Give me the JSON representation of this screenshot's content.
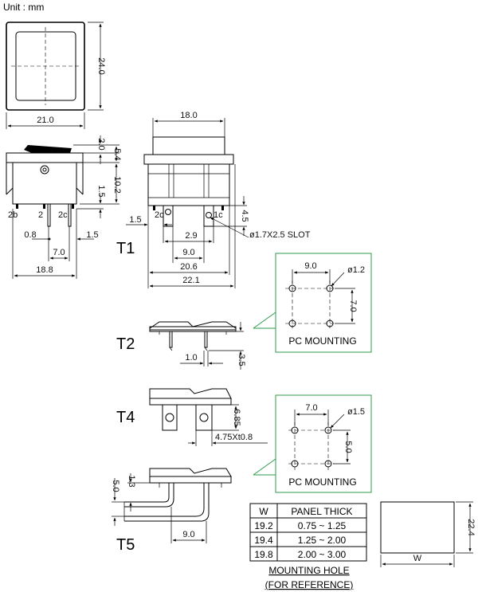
{
  "unit_label": "Unit : mm",
  "dims": {
    "front_height": "24.0",
    "front_width": "21.0",
    "side_2_0": "2.0",
    "side_5_4": "5.4",
    "side_1_5": "1.5",
    "side_10_2": "10.2",
    "side_0_8": "0.8",
    "side_1_5b": "1.5",
    "side_7_0": "7.0",
    "side_18_8": "18.8",
    "top_18_0": "18.0",
    "t1_1_5": "1.5",
    "t1_2_9": "2.9",
    "t1_9_0": "9.0",
    "t1_20_6": "20.6",
    "t1_22_1": "22.1",
    "t1_4_5": "4.5",
    "t1_slot": "ø1.7X2.5  SLOT",
    "t2_1_0": "1.0",
    "t2_3_5": "3.5",
    "t4_6_85": "6.85",
    "t4_tab": "4.75Xt0.8",
    "t5_5_0": "5.0",
    "t5_1_3": "1.3",
    "t5_9_0": "9.0",
    "pc1_9_0": "9.0",
    "pc1_hole": "ø1.2",
    "pc1_7_0": "7.0",
    "pc2_7_0": "7.0",
    "pc2_hole": "ø1.5",
    "pc2_5_0": "5.0",
    "hole_height": "22.4",
    "hole_width": "W"
  },
  "pins": {
    "p2b": "2b",
    "p2": "2",
    "p2c": "2c",
    "p2c_t1": "2c",
    "p1c": "1c"
  },
  "labels": {
    "t1": "T1",
    "t2": "T2",
    "t4": "T4",
    "t5": "T5",
    "pc_mounting_1": "PC MOUNTING",
    "pc_mounting_2": "PC MOUNTING"
  },
  "table": {
    "headers": [
      "W",
      "PANEL THICK"
    ],
    "rows": [
      [
        "19.2",
        "0.75 ~ 1.25"
      ],
      [
        "19.4",
        "1.25 ~ 2.00"
      ],
      [
        "19.8",
        "2.00 ~ 3.00"
      ]
    ],
    "caption": "MOUNTING HOLE",
    "subcaption": "(FOR REFERENCE)"
  },
  "colors": {
    "line": "#000000",
    "pc_box": "#2e9b4a",
    "background": "#ffffff"
  }
}
